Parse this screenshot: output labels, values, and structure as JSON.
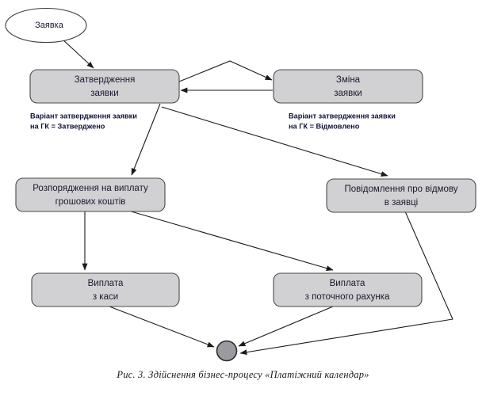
{
  "figure": {
    "caption": "Рис. 3. Здійснення бізнес-процесу «Платіжний календар»",
    "colors": {
      "box_fill": "#d1d1d4",
      "box_stroke": "#4a4a4a",
      "end_node_fill": "#9a9aa0",
      "line": "#1b1b1b",
      "text": "#1a1a2e",
      "annotation_text": "#12123a"
    }
  },
  "nodes": {
    "start": {
      "label": "Заявка",
      "shape": "ellipse"
    },
    "approve_request": {
      "line1": "Затвердження",
      "line2": "заявки",
      "shape": "rounded-rect"
    },
    "change_request": {
      "line1": "Зміна",
      "line2": "заявки",
      "shape": "rounded-rect"
    },
    "payment_order": {
      "line1": "Розпорядження на виплату",
      "line2": "грошових коштів",
      "shape": "rounded-rect"
    },
    "rejection_notice": {
      "line1": "Повідомлення про відмову",
      "line2": "в заявці",
      "shape": "rounded-rect"
    },
    "payout_cash": {
      "line1": "Виплата",
      "line2": "з каси",
      "shape": "rounded-rect"
    },
    "payout_account": {
      "line1": "Виплата",
      "line2": "з поточного рахунка",
      "shape": "rounded-rect"
    },
    "end": {
      "label": "",
      "shape": "circle"
    }
  },
  "annotations": {
    "approved": {
      "line1": "Варіант затвердження заявки",
      "line2": "на ГК = Затверджено"
    },
    "rejected": {
      "line1": "Варіант затвердження заявки",
      "line2": "на ГК = Відмовлено"
    }
  }
}
